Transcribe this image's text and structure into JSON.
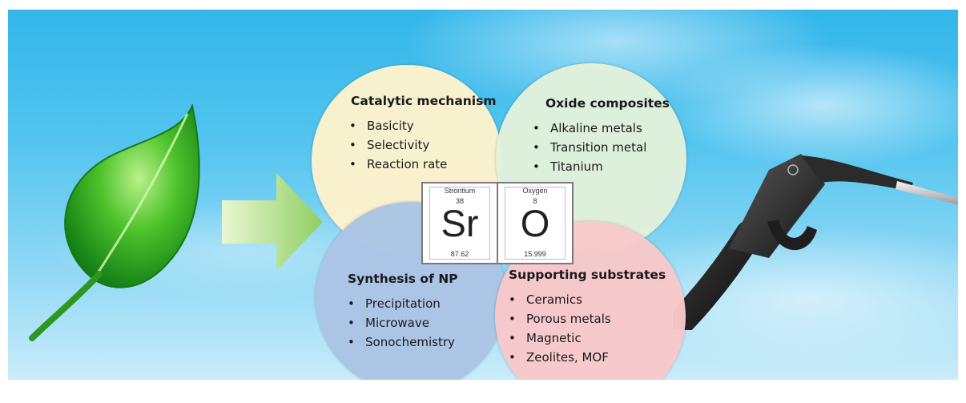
{
  "diagram": {
    "circles": {
      "catalytic": {
        "title": "Catalytic mechanism",
        "items": [
          "Basicity",
          "Selectivity",
          "Reaction rate"
        ]
      },
      "oxide": {
        "title": "Oxide composites",
        "items": [
          "Alkaline metals",
          "Transition metal",
          "Titanium"
        ]
      },
      "synthesis": {
        "title": "Synthesis of NP",
        "items": [
          "Precipitation",
          "Microwave",
          "Sonochemistry"
        ]
      },
      "substrates": {
        "title": "Supporting substrates",
        "items": [
          "Ceramics",
          "Porous metals",
          "Magnetic",
          "Zeolites, MOF"
        ]
      }
    },
    "elements": [
      {
        "name": "Strontium",
        "number": "38",
        "symbol": "Sr",
        "mass": "87.62"
      },
      {
        "name": "Oxygen",
        "number": "8",
        "symbol": "O",
        "mass": "15.999"
      }
    ],
    "colors": {
      "sky": "#52c4ef",
      "catalytic": "#fff3cc",
      "oxide": "#e2f1da",
      "synthesis": "#aac4e4",
      "substrates": "#f8c8ca",
      "leaf": "#2fa51d",
      "arrow": "#a9d98b"
    },
    "icons": [
      "leaf-icon",
      "arrow-right-icon",
      "fuel-nozzle-icon"
    ]
  }
}
